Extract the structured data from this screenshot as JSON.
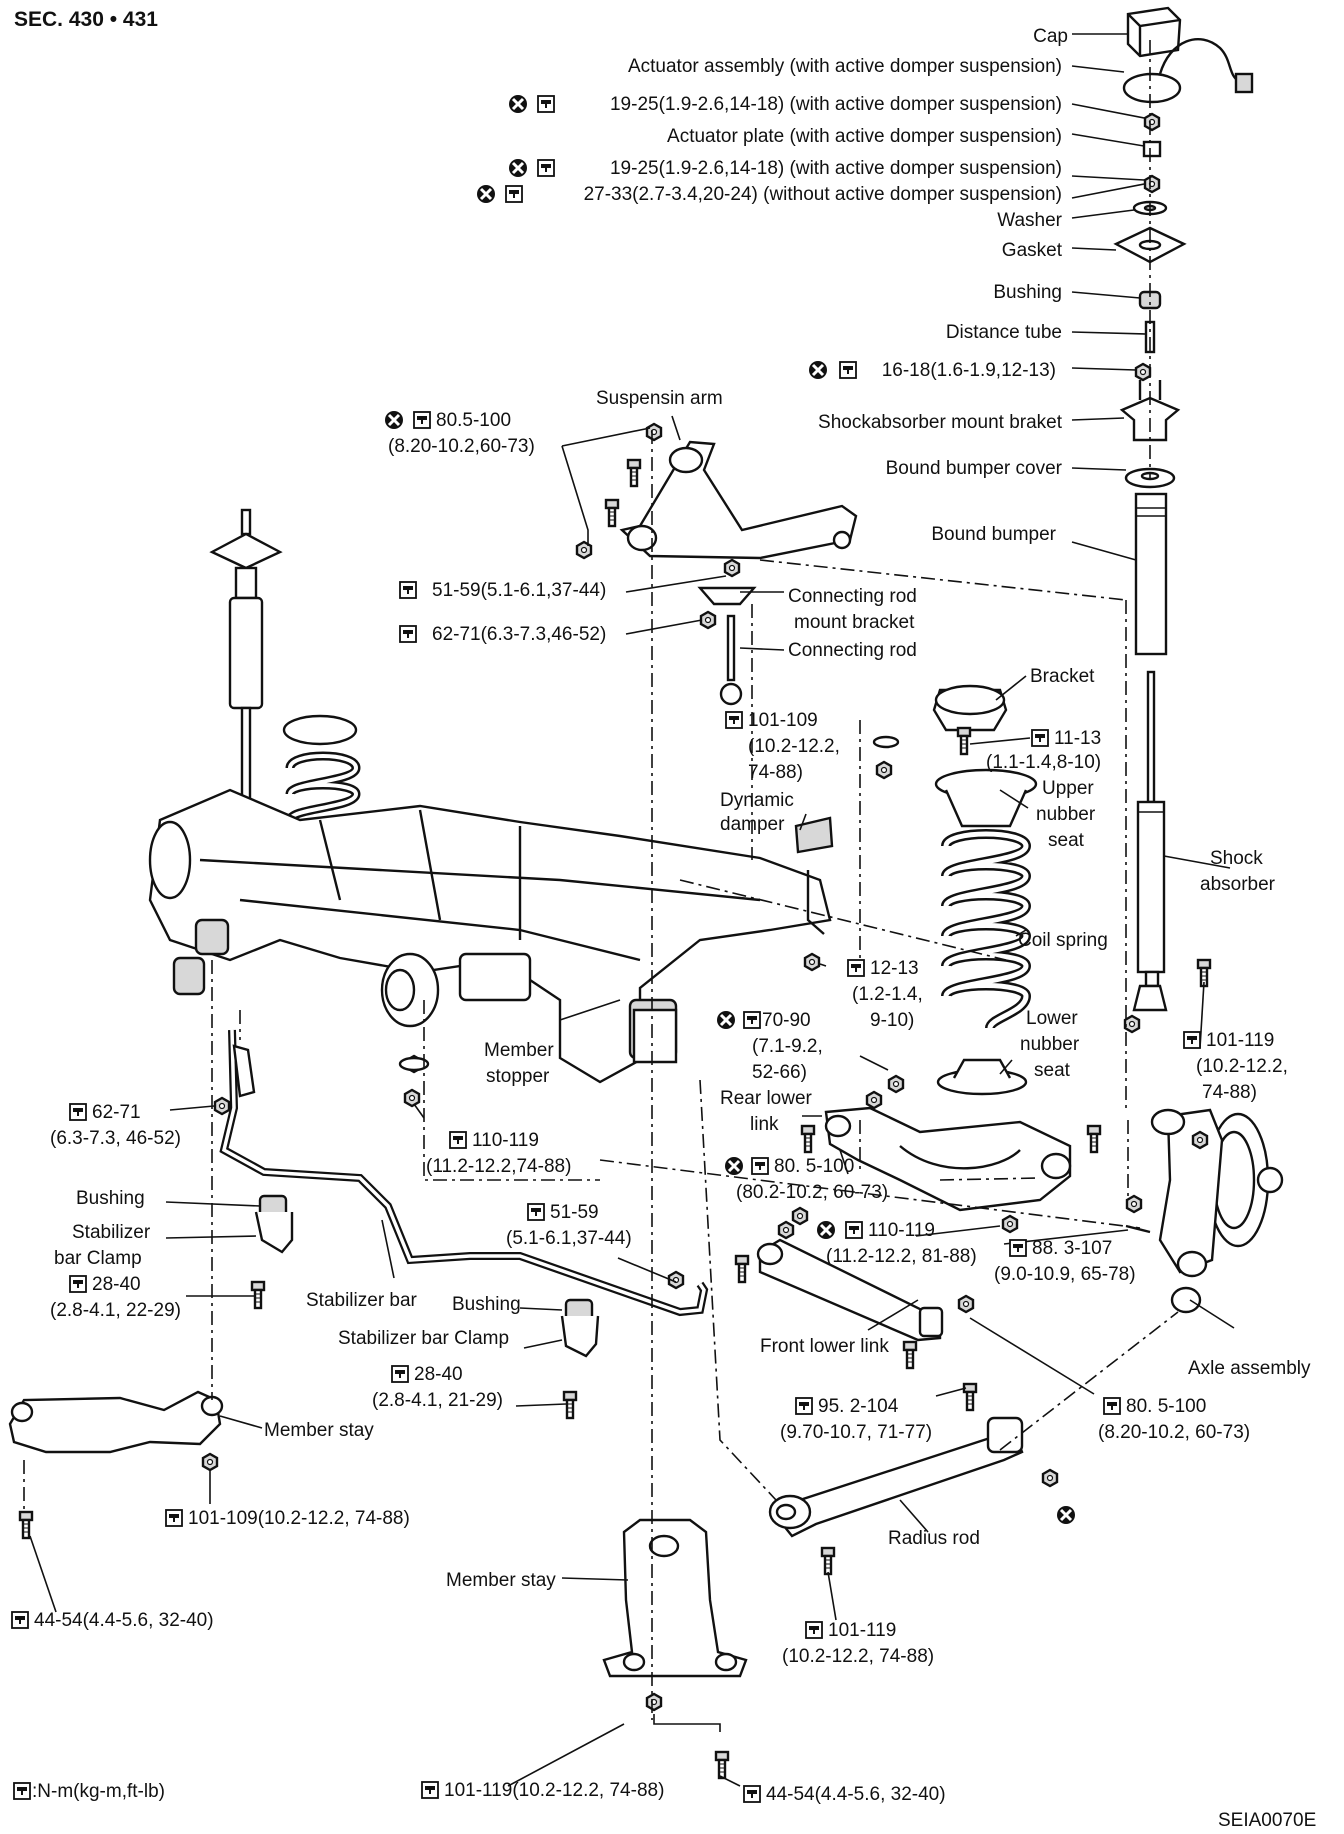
{
  "header": "SEC. 430 • 431",
  "code": "SEIA0070E",
  "legend": ":N-m(kg-m,ft-lb)",
  "labels": {
    "cap": "Cap",
    "actuator_assy": "Actuator assembly (with active domper suspension)",
    "t_19_25_a": "19-25(1.9-2.6,14-18) (with active domper suspension)",
    "actuator_plate": "Actuator plate (with active domper suspension)",
    "t_19_25_b": "19-25(1.9-2.6,14-18) (with active domper suspension)",
    "t_27_33": "27-33(2.7-3.4,20-24) (without active domper suspension)",
    "washer": "Washer",
    "gasket": "Gasket",
    "bushing_top": "Bushing",
    "distance_tube": "Distance tube",
    "t_16_18": "16-18(1.6-1.9,12-13)",
    "mount_bracket": "Shockabsorber mount braket",
    "bb_cover": "Bound bumper cover",
    "bound_bumper": "Bound bumper",
    "susp_arm": "Suspensin arm",
    "t_80_100_a1": "80.5-100",
    "t_80_100_a2": "(8.20-10.2,60-73)",
    "t_51_59_a": "51-59(5.1-6.1,37-44)",
    "conn_bracket1": "Connecting rod",
    "conn_bracket2": "mount bracket",
    "t_62_71_a": "62-71(6.3-7.3,46-52)",
    "conn_rod": "Connecting rod",
    "bracket": "Bracket",
    "t_101_109_a1": "101-109",
    "t_101_109_a2": "(10.2-12.2,",
    "t_101_109_a3": "74-88)",
    "t_11_13_1": "11-13",
    "t_11_13_2": "(1.1-1.4,8-10)",
    "upper_seat1": "Upper",
    "upper_seat2": "nubber",
    "upper_seat3": "seat",
    "dyn_damper1": "Dynamic",
    "dyn_damper2": "damper",
    "shock1": "Shock",
    "shock2": "absorber",
    "coil_spring": "Coil spring",
    "t_12_13_1": "12-13",
    "t_12_13_2": "(1.2-1.4,",
    "t_12_13_3": "9-10)",
    "t_70_90_1": "70-90",
    "t_70_90_2": "(7.1-9.2,",
    "t_70_90_3": "52-66)",
    "lower_seat1": "Lower",
    "lower_seat2": "nubber",
    "lower_seat3": "seat",
    "member_stopper1": "Member",
    "member_stopper2": "stopper",
    "t_101_119_r1": "101-119",
    "t_101_119_r2": "(10.2-12.2,",
    "t_101_119_r3": "74-88)",
    "t_62_71_b1": "62-71",
    "t_62_71_b2": "(6.3-7.3, 46-52)",
    "t_110_119_a1": "110-119",
    "t_110_119_a2": "(11.2-12.2,74-88)",
    "rear_lower1": "Rear lower",
    "rear_lower2": "link",
    "t_80_100_b1": "80. 5-100",
    "t_80_100_b2": "(80.2-10.2, 60-73)",
    "bushing_l": "Bushing",
    "stab_clamp_l1": "Stabilizer",
    "stab_clamp_l2": "bar Clamp",
    "t_51_59_b1": "51-59",
    "t_51_59_b2": "(5.1-6.1,37-44)",
    "t_110_119_b1": "110-119",
    "t_110_119_b2": "(11.2-12.2, 81-88)",
    "t_88_107_1": "88. 3-107",
    "t_88_107_2": "(9.0-10.9, 65-78)",
    "t_28_40_a1": "28-40",
    "t_28_40_a2": "(2.8-4.1, 22-29)",
    "stab_bar": "Stabilizer bar",
    "bushing_m": "Bushing",
    "stab_clamp_m": "Stabilizer bar Clamp",
    "front_lower": "Front lower link",
    "axle": "Axle assembly",
    "t_28_40_b1": "28-40",
    "t_28_40_b2": "(2.8-4.1, 21-29)",
    "t_95_104_1": "95. 2-104",
    "t_95_104_2": "(9.70-10.7, 71-77)",
    "t_80_100_c1": "80. 5-100",
    "t_80_100_c2": "(8.20-10.2, 60-73)",
    "member_stay_l": "Member stay",
    "t_101_109_b": "101-109(10.2-12.2, 74-88)",
    "radius_rod": "Radius rod",
    "member_stay_c": "Member stay",
    "t_44_54_a": "44-54(4.4-5.6, 32-40)",
    "t_101_119_c1": "101-119",
    "t_101_119_c2": "(10.2-12.2, 74-88)",
    "t_101_119_d": "101-119(10.2-12.2, 74-88)",
    "t_44_54_b": "44-54(4.4-5.6, 32-40)"
  }
}
